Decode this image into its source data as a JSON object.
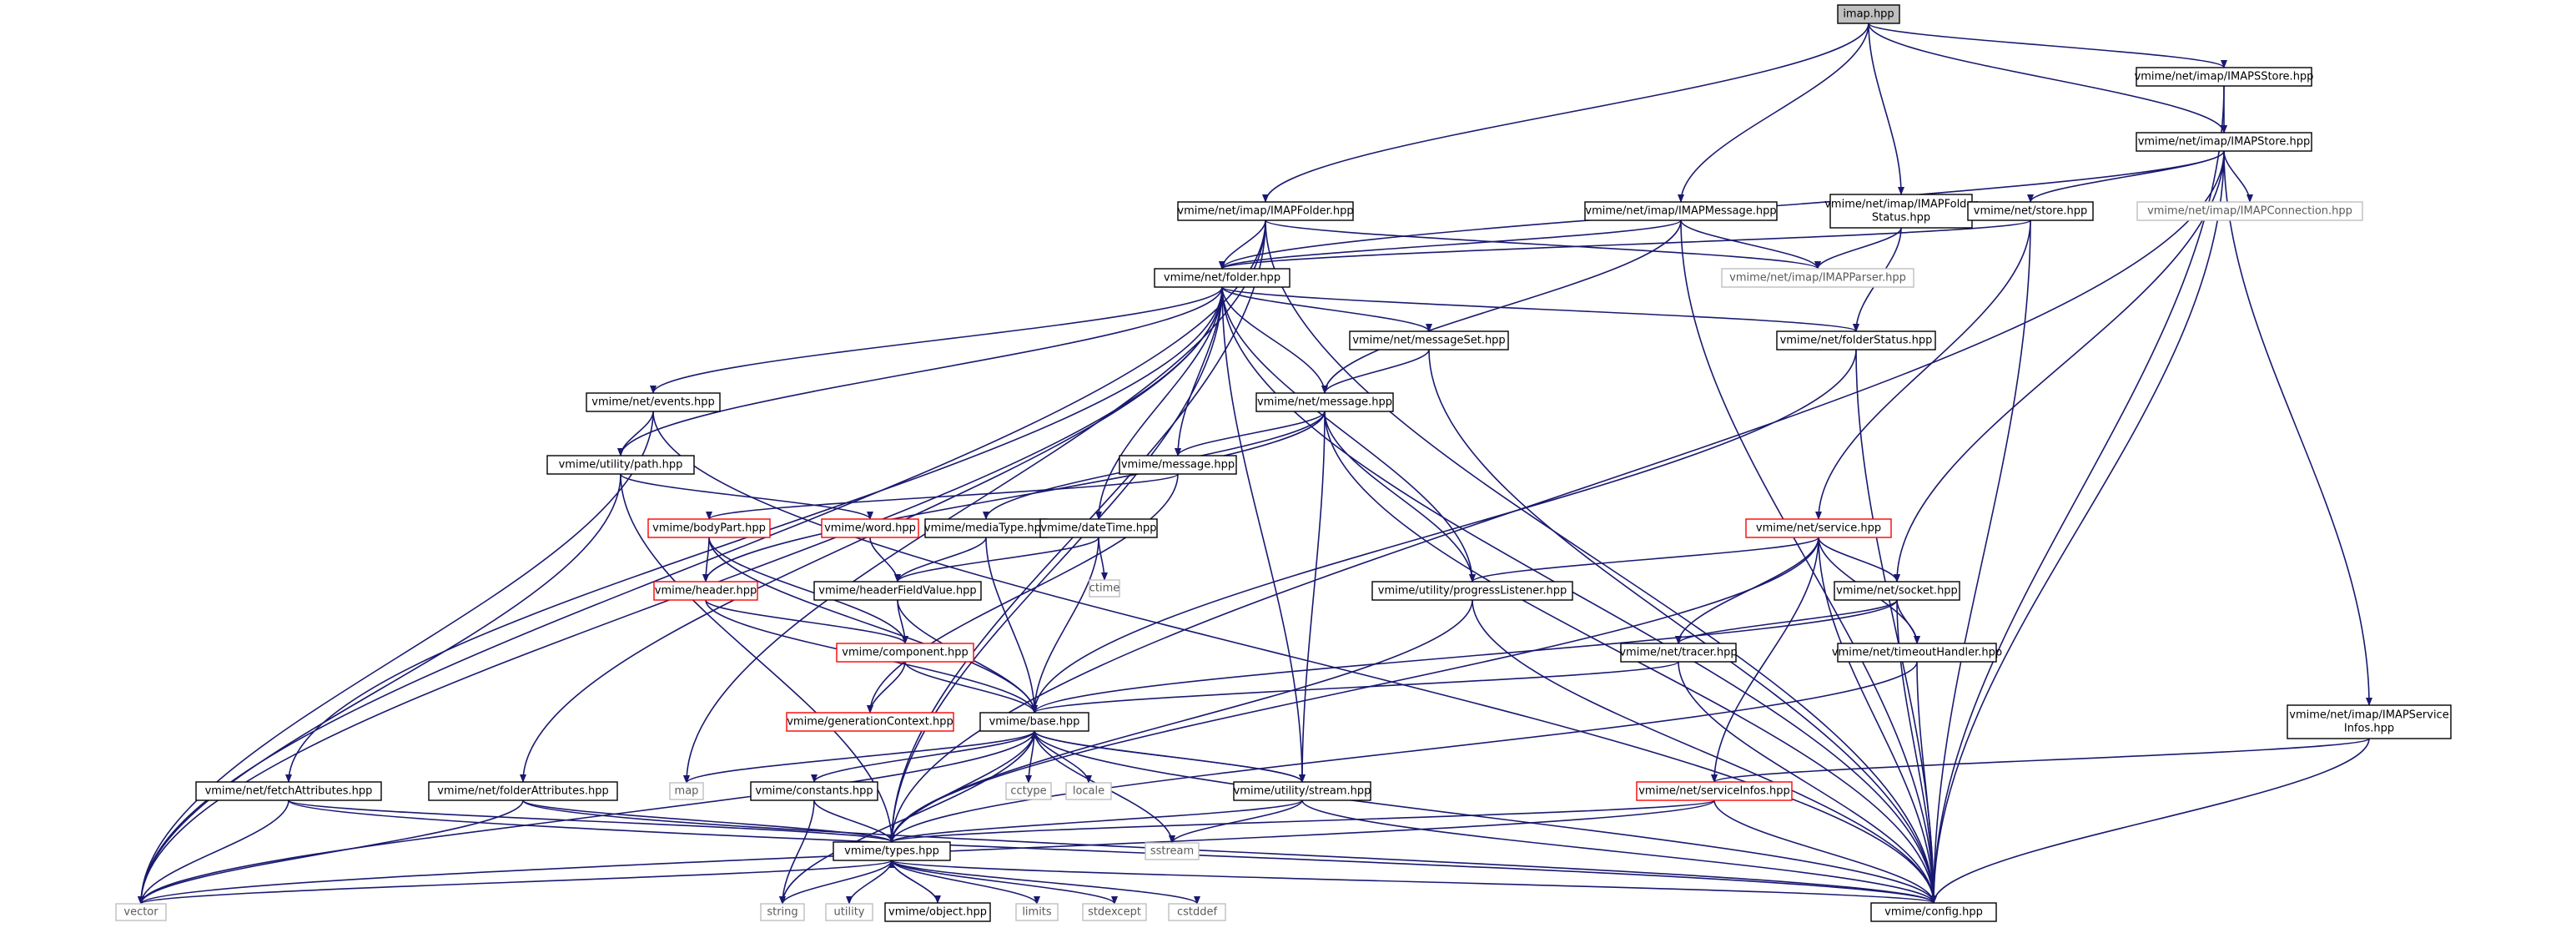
{
  "colors": {
    "edge": "#191970",
    "box_border": "#000000",
    "box_border_incomplete": "#ff0000",
    "box_border_external": "#bfbfbf",
    "root_fill": "#bfbfbf",
    "box_fill": "#ffffff"
  },
  "nodes": {
    "imap": {
      "lines": [
        "imap.hpp"
      ],
      "kind": "root"
    },
    "imapsstore": {
      "lines": [
        "vmime/net/imap/IMAPSStore.hpp"
      ],
      "kind": "normal"
    },
    "imapstore": {
      "lines": [
        "vmime/net/imap/IMAPStore.hpp"
      ],
      "kind": "normal"
    },
    "imapfolder": {
      "lines": [
        "vmime/net/imap/IMAPFolder.hpp"
      ],
      "kind": "normal"
    },
    "imapmessage": {
      "lines": [
        "vmime/net/imap/IMAPMessage.hpp"
      ],
      "kind": "normal"
    },
    "imapfolderstatus": {
      "lines": [
        "vmime/net/imap/IMAPFolder",
        "Status.hpp"
      ],
      "kind": "normal"
    },
    "store": {
      "lines": [
        "vmime/net/store.hpp"
      ],
      "kind": "normal"
    },
    "imapconnection": {
      "lines": [
        "vmime/net/imap/IMAPConnection.hpp"
      ],
      "kind": "external"
    },
    "imapparser": {
      "lines": [
        "vmime/net/imap/IMAPParser.hpp"
      ],
      "kind": "external"
    },
    "folder": {
      "lines": [
        "vmime/net/folder.hpp"
      ],
      "kind": "normal"
    },
    "messageset": {
      "lines": [
        "vmime/net/messageSet.hpp"
      ],
      "kind": "normal"
    },
    "folderstatus": {
      "lines": [
        "vmime/net/folderStatus.hpp"
      ],
      "kind": "normal"
    },
    "events": {
      "lines": [
        "vmime/net/events.hpp"
      ],
      "kind": "normal"
    },
    "netmessage": {
      "lines": [
        "vmime/net/message.hpp"
      ],
      "kind": "normal"
    },
    "path": {
      "lines": [
        "vmime/utility/path.hpp"
      ],
      "kind": "normal"
    },
    "vmessage": {
      "lines": [
        "vmime/message.hpp"
      ],
      "kind": "normal"
    },
    "bodypart": {
      "lines": [
        "vmime/bodyPart.hpp"
      ],
      "kind": "incomplete"
    },
    "word": {
      "lines": [
        "vmime/word.hpp"
      ],
      "kind": "incomplete"
    },
    "mediatype": {
      "lines": [
        "vmime/mediaType.hpp"
      ],
      "kind": "normal"
    },
    "datetime": {
      "lines": [
        "vmime/dateTime.hpp"
      ],
      "kind": "normal"
    },
    "ctime": {
      "lines": [
        "ctime"
      ],
      "kind": "external"
    },
    "header": {
      "lines": [
        "vmime/header.hpp"
      ],
      "kind": "incomplete"
    },
    "headerfieldvalue": {
      "lines": [
        "vmime/headerFieldValue.hpp"
      ],
      "kind": "normal"
    },
    "component": {
      "lines": [
        "vmime/component.hpp"
      ],
      "kind": "incomplete"
    },
    "generationcontext": {
      "lines": [
        "vmime/generationContext.hpp"
      ],
      "kind": "incomplete"
    },
    "service": {
      "lines": [
        "vmime/net/service.hpp"
      ],
      "kind": "incomplete"
    },
    "progresslistener": {
      "lines": [
        "vmime/utility/progressListener.hpp"
      ],
      "kind": "normal"
    },
    "socket": {
      "lines": [
        "vmime/net/socket.hpp"
      ],
      "kind": "normal"
    },
    "tracer": {
      "lines": [
        "vmime/net/tracer.hpp"
      ],
      "kind": "normal"
    },
    "timeouthandler": {
      "lines": [
        "vmime/net/timeoutHandler.hpp"
      ],
      "kind": "normal"
    },
    "imapserviceinfos": {
      "lines": [
        "vmime/net/imap/IMAPService",
        "Infos.hpp"
      ],
      "kind": "normal"
    },
    "base": {
      "lines": [
        "vmime/base.hpp"
      ],
      "kind": "normal"
    },
    "map": {
      "lines": [
        "map"
      ],
      "kind": "external"
    },
    "cctype": {
      "lines": [
        "cctype"
      ],
      "kind": "external"
    },
    "locale": {
      "lines": [
        "locale"
      ],
      "kind": "external"
    },
    "fetchattributes": {
      "lines": [
        "vmime/net/fetchAttributes.hpp"
      ],
      "kind": "normal"
    },
    "folderattributes": {
      "lines": [
        "vmime/net/folderAttributes.hpp"
      ],
      "kind": "normal"
    },
    "constants": {
      "lines": [
        "vmime/constants.hpp"
      ],
      "kind": "normal"
    },
    "stream": {
      "lines": [
        "vmime/utility/stream.hpp"
      ],
      "kind": "normal"
    },
    "serviceinfos": {
      "lines": [
        "vmime/net/serviceInfos.hpp"
      ],
      "kind": "incomplete"
    },
    "sstream": {
      "lines": [
        "sstream"
      ],
      "kind": "external"
    },
    "types": {
      "lines": [
        "vmime/types.hpp"
      ],
      "kind": "normal"
    },
    "vector": {
      "lines": [
        "vector"
      ],
      "kind": "external"
    },
    "string": {
      "lines": [
        "string"
      ],
      "kind": "external"
    },
    "utility": {
      "lines": [
        "utility"
      ],
      "kind": "external"
    },
    "object": {
      "lines": [
        "vmime/object.hpp"
      ],
      "kind": "normal"
    },
    "limits": {
      "lines": [
        "limits"
      ],
      "kind": "external"
    },
    "stdexcept": {
      "lines": [
        "stdexcept"
      ],
      "kind": "external"
    },
    "cstddef": {
      "lines": [
        "cstddef"
      ],
      "kind": "external"
    },
    "config": {
      "lines": [
        "vmime/config.hpp"
      ],
      "kind": "normal"
    }
  },
  "edges": [
    [
      "imap",
      "imapsstore"
    ],
    [
      "imap",
      "imapstore"
    ],
    [
      "imap",
      "imapfolder"
    ],
    [
      "imap",
      "imapmessage"
    ],
    [
      "imap",
      "imapfolderstatus"
    ],
    [
      "imapsstore",
      "imapstore"
    ],
    [
      "imapsstore",
      "config"
    ],
    [
      "imapstore",
      "store"
    ],
    [
      "imapstore",
      "imapconnection"
    ],
    [
      "imapstore",
      "folder"
    ],
    [
      "imapstore",
      "socket"
    ],
    [
      "imapstore",
      "imapserviceinfos"
    ],
    [
      "imapstore",
      "types"
    ],
    [
      "imapstore",
      "config"
    ],
    [
      "imapfolder",
      "folder"
    ],
    [
      "imapfolder",
      "imapparser"
    ],
    [
      "imapfolder",
      "vector"
    ],
    [
      "imapfolder",
      "map"
    ],
    [
      "imapfolder",
      "types"
    ],
    [
      "imapfolder",
      "config"
    ],
    [
      "imapmessage",
      "folder"
    ],
    [
      "imapmessage",
      "netmessage"
    ],
    [
      "imapmessage",
      "imapparser"
    ],
    [
      "imapmessage",
      "config"
    ],
    [
      "imapfolderstatus",
      "imapparser"
    ],
    [
      "imapfolderstatus",
      "folderstatus"
    ],
    [
      "store",
      "folder"
    ],
    [
      "store",
      "service"
    ],
    [
      "store",
      "config"
    ],
    [
      "folder",
      "messageset"
    ],
    [
      "folder",
      "folderstatus"
    ],
    [
      "folder",
      "events"
    ],
    [
      "folder",
      "netmessage"
    ],
    [
      "folder",
      "path"
    ],
    [
      "folder",
      "vmessage"
    ],
    [
      "folder",
      "datetime"
    ],
    [
      "folder",
      "progresslistener"
    ],
    [
      "folder",
      "stream"
    ],
    [
      "folder",
      "fetchattributes"
    ],
    [
      "folder",
      "folderattributes"
    ],
    [
      "folder",
      "types"
    ],
    [
      "folder",
      "vector"
    ],
    [
      "folder",
      "config"
    ],
    [
      "messageset",
      "netmessage"
    ],
    [
      "messageset",
      "config"
    ],
    [
      "folderstatus",
      "base"
    ],
    [
      "folderstatus",
      "config"
    ],
    [
      "events",
      "path"
    ],
    [
      "events",
      "vector"
    ],
    [
      "events",
      "config"
    ],
    [
      "netmessage",
      "vmessage"
    ],
    [
      "netmessage",
      "header"
    ],
    [
      "netmessage",
      "mediatype"
    ],
    [
      "netmessage",
      "progresslistener"
    ],
    [
      "netmessage",
      "stream"
    ],
    [
      "netmessage",
      "config"
    ],
    [
      "path",
      "word"
    ],
    [
      "path",
      "types"
    ],
    [
      "path",
      "vector"
    ],
    [
      "vmessage",
      "bodypart"
    ],
    [
      "vmessage",
      "generationcontext"
    ],
    [
      "bodypart",
      "header"
    ],
    [
      "bodypart",
      "component"
    ],
    [
      "bodypart",
      "base"
    ],
    [
      "mediatype",
      "headerfieldvalue"
    ],
    [
      "mediatype",
      "base"
    ],
    [
      "datetime",
      "headerfieldvalue"
    ],
    [
      "datetime",
      "ctime"
    ],
    [
      "datetime",
      "base"
    ],
    [
      "word",
      "headerfieldvalue"
    ],
    [
      "header",
      "component"
    ],
    [
      "header",
      "base"
    ],
    [
      "headerfieldvalue",
      "component"
    ],
    [
      "headerfieldvalue",
      "base"
    ],
    [
      "component",
      "generationcontext"
    ],
    [
      "component",
      "base"
    ],
    [
      "service",
      "progresslistener"
    ],
    [
      "service",
      "socket"
    ],
    [
      "service",
      "tracer"
    ],
    [
      "service",
      "timeouthandler"
    ],
    [
      "service",
      "serviceinfos"
    ],
    [
      "service",
      "types"
    ],
    [
      "service",
      "config"
    ],
    [
      "progresslistener",
      "types"
    ],
    [
      "progresslistener",
      "config"
    ],
    [
      "socket",
      "tracer"
    ],
    [
      "socket",
      "timeouthandler"
    ],
    [
      "socket",
      "base"
    ],
    [
      "socket",
      "config"
    ],
    [
      "tracer",
      "base"
    ],
    [
      "tracer",
      "config"
    ],
    [
      "timeouthandler",
      "types"
    ],
    [
      "timeouthandler",
      "config"
    ],
    [
      "imapserviceinfos",
      "serviceinfos"
    ],
    [
      "imapserviceinfos",
      "config"
    ],
    [
      "serviceinfos",
      "types"
    ],
    [
      "serviceinfos",
      "config"
    ],
    [
      "serviceinfos",
      "vector"
    ],
    [
      "base",
      "map"
    ],
    [
      "base",
      "cctype"
    ],
    [
      "base",
      "locale"
    ],
    [
      "base",
      "constants"
    ],
    [
      "base",
      "stream"
    ],
    [
      "base",
      "types"
    ],
    [
      "base",
      "sstream"
    ],
    [
      "base",
      "string"
    ],
    [
      "base",
      "vector"
    ],
    [
      "base",
      "config"
    ],
    [
      "fetchattributes",
      "types"
    ],
    [
      "fetchattributes",
      "vector"
    ],
    [
      "fetchattributes",
      "config"
    ],
    [
      "folderattributes",
      "types"
    ],
    [
      "folderattributes",
      "vector"
    ],
    [
      "folderattributes",
      "config"
    ],
    [
      "constants",
      "types"
    ],
    [
      "constants",
      "string"
    ],
    [
      "stream",
      "base"
    ],
    [
      "stream",
      "types"
    ],
    [
      "stream",
      "sstream"
    ],
    [
      "stream",
      "config"
    ],
    [
      "types",
      "vector"
    ],
    [
      "types",
      "string"
    ],
    [
      "types",
      "utility"
    ],
    [
      "types",
      "object"
    ],
    [
      "types",
      "limits"
    ],
    [
      "types",
      "stdexcept"
    ],
    [
      "types",
      "cstddef"
    ],
    [
      "types",
      "config"
    ],
    [
      "object",
      "types"
    ]
  ]
}
